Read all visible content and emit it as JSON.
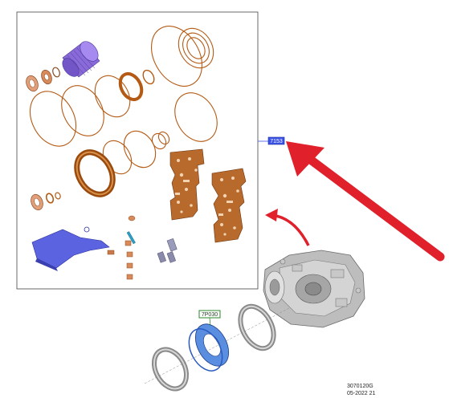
{
  "callouts": {
    "kit_label": "7153",
    "bearing_label": "7P030"
  },
  "reference": {
    "code": "3070120G",
    "date": "05-2022 21"
  },
  "colors": {
    "seal": "#b45a14",
    "seal_dark": "#7a3a08",
    "copper": "#d98a5a",
    "purple": "#8a6ad8",
    "blue_part": "#5b63e0",
    "gasket": "#b86a2c",
    "arrow_red": "#e0202a",
    "tag_blue": "#3a52e8",
    "tag_green": "#2a8a2a",
    "housing_gray": "#b8b8b8"
  },
  "icons": {
    "pointer": "red-arrow-icon",
    "curved": "curved-red-arrow-icon"
  }
}
